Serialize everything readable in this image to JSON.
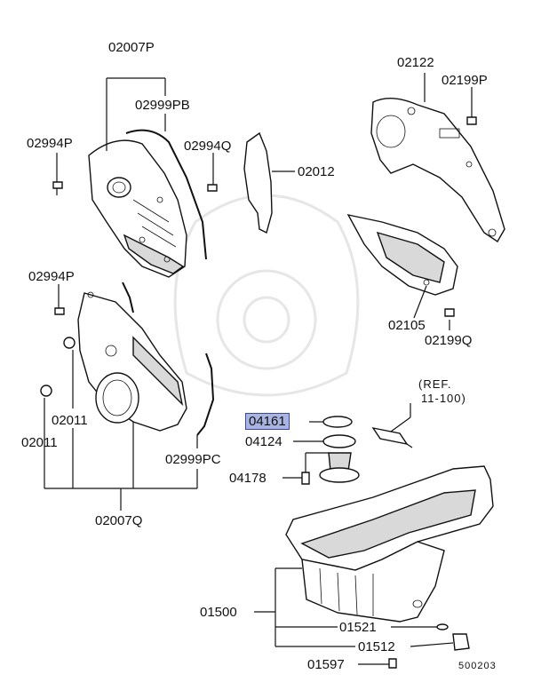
{
  "diagram": {
    "part_numbers": {
      "p02007P": "02007P",
      "p02999PB": "02999PB",
      "p02994P_top": "02994P",
      "p02994Q": "02994Q",
      "p02012": "02012",
      "p02122": "02122",
      "p02199P": "02199P",
      "p02994P_mid": "02994P",
      "p02105": "02105",
      "p02199Q": "02199Q",
      "p02011_a": "02011",
      "p02011_b": "02011",
      "p02999PC": "02999PC",
      "p02007Q": "02007Q",
      "p04161": "04161",
      "p04124": "04124",
      "p04178": "04178",
      "p01500": "01500",
      "p01521": "01521",
      "p01512": "01512",
      "p01597": "01597"
    },
    "reference_note": {
      "line1": "(REF.",
      "line2": "11-100)"
    },
    "diagram_code": "500203",
    "highlighted_part": "04161",
    "colors": {
      "highlight_fill": "#a9b4e0",
      "highlight_border": "#3b4aa0",
      "line": "#111111"
    }
  }
}
